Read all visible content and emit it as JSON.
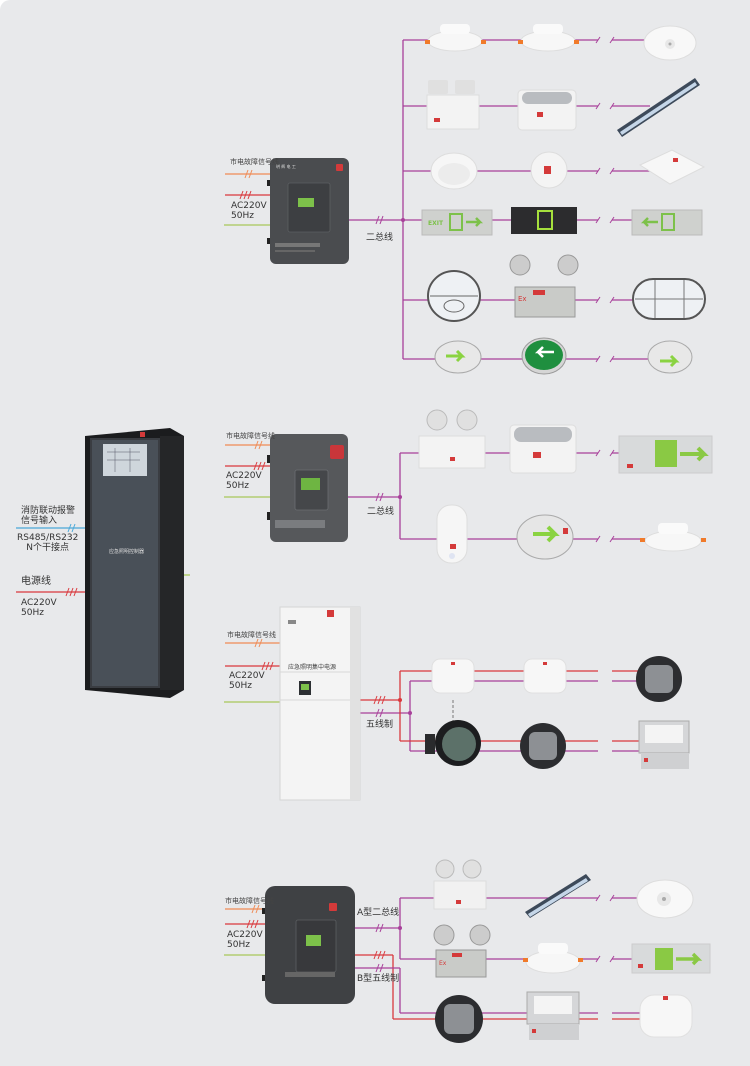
{
  "colors": {
    "background": "#e8e9eb",
    "bus_purple": "#a8409a",
    "power_red": "#d9383c",
    "signal_orange": "#f08a55",
    "ground_green": "#a9c85a",
    "rs485_blue": "#4aa8d8"
  },
  "main_cabinet": {
    "title": "应急照明控制器",
    "inputs": {
      "fire_signal_label": "消防联动报警\n信号输入",
      "comm_label": "RS485/RS232\nN个干接点",
      "power_label": "电源线",
      "power_spec": "AC220V\n50Hz"
    }
  },
  "sections": [
    {
      "id": "two-bus-controller-1",
      "device": "wall-mounted distribution controller (gray)",
      "input_labels": {
        "signal": "市电故障信号线",
        "power": "AC220V\n50Hz"
      },
      "output_label": "二总线",
      "rows": [
        {
          "fixtures": [
            "recessed-downlight",
            "recessed-downlight",
            "ceiling-light-with-sensor"
          ]
        },
        {
          "fixtures": [
            "twin-spot-emergency-light",
            "wall-emergency-light",
            "linear-tube-light"
          ]
        },
        {
          "fixtures": [
            "round-bulkhead-light",
            "round-wall-emergency-light",
            "square-ceiling-light"
          ]
        },
        {
          "fixtures": [
            "exit-sign-right-arrow",
            "exit-sign-black",
            "exit-sign-left-arrow"
          ]
        },
        {
          "fixtures": [
            "explosion-proof-round-light",
            "explosion-proof-twin-spot",
            "explosion-proof-oval-light"
          ]
        },
        {
          "fixtures": [
            "floor-marker-arrow",
            "floor-marker-green",
            "floor-marker-arrow-2"
          ]
        }
      ]
    },
    {
      "id": "two-bus-controller-2",
      "device": "wall-mounted distribution controller (gray)",
      "input_labels": {
        "signal": "市电故障信号线",
        "power": "AC220V\n50Hz"
      },
      "output_label": "二总线",
      "rows": [
        {
          "fixtures": [
            "twin-spot-emergency-light",
            "wall-emergency-light",
            "exit-sign-right-arrow"
          ]
        },
        {
          "fixtures": [
            "wall-sconce-with-sensor",
            "floor-marker-arrow",
            "recessed-downlight"
          ]
        }
      ]
    },
    {
      "id": "central-power-cabinet",
      "device": "central power supply cabinet (white)",
      "device_title": "应急照明集中电源",
      "input_labels": {
        "signal": "市电故障信号线",
        "power": "AC220V\n50Hz"
      },
      "output_label": "五线制",
      "rows": [
        {
          "fixtures": [
            "round-ceiling-light",
            "round-ceiling-light",
            "ufo-high-bay-light"
          ]
        },
        {
          "fixtures": [
            "high-bay-projector-light",
            "ufo-high-bay-light",
            "led-flood-light"
          ]
        }
      ]
    },
    {
      "id": "dual-output-controller",
      "device": "wall-mounted distribution controller (dark gray)",
      "input_labels": {
        "signal": "市电故障信号线",
        "power": "AC220V\n50Hz"
      },
      "output_labels": {
        "a_type": "A型二总线",
        "b_type": "B型五线制"
      },
      "rows": [
        {
          "fixtures": [
            "twin-spot-emergency-light",
            "linear-tube-light",
            "ceiling-light-with-sensor"
          ]
        },
        {
          "fixtures": [
            "explosion-proof-twin-spot",
            "recessed-downlight",
            "exit-sign-right-arrow"
          ]
        },
        {
          "fixtures": [
            "ufo-high-bay-light",
            "led-flood-light",
            "round-ceiling-light"
          ]
        }
      ]
    }
  ]
}
